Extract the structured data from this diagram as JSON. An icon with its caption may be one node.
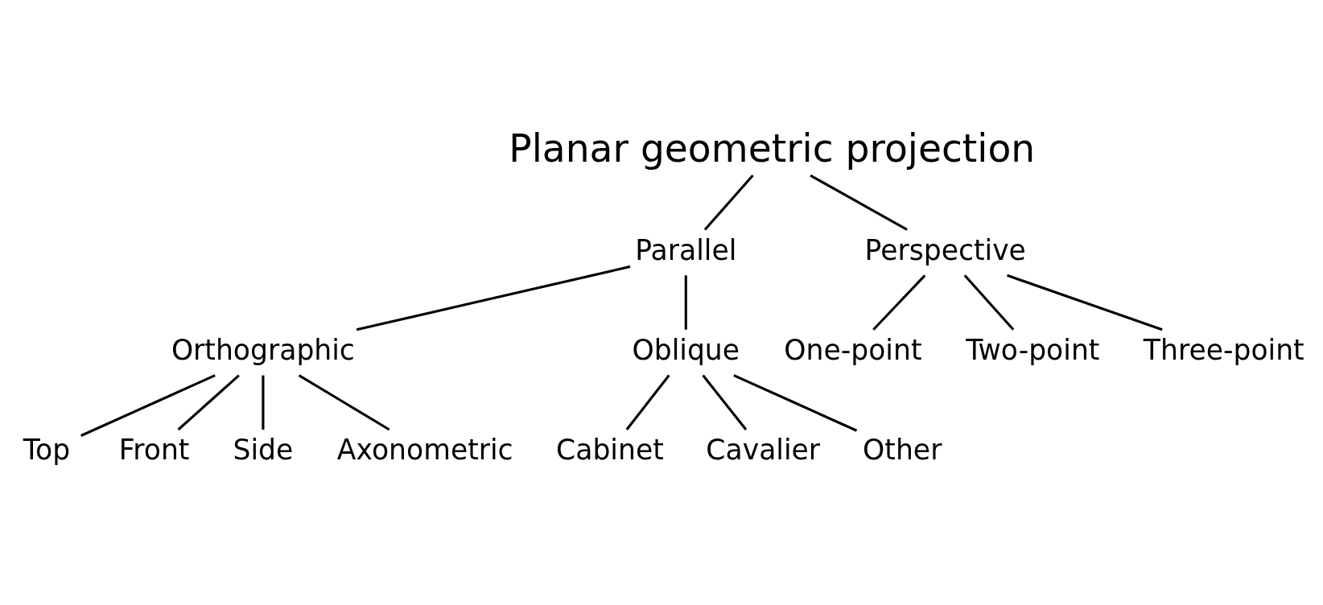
{
  "diagram": {
    "nodes": [
      {
        "text": [
          "Planar geometric projection"
        ]
      },
      {
        "text": [
          "Parallel"
        ]
      },
      {
        "text": [
          "Perspective"
        ]
      },
      {
        "text": [
          "Orthographic"
        ]
      },
      {
        "text": [
          "Oblique"
        ]
      },
      {
        "text": [
          "One-point"
        ]
      },
      {
        "text": [
          "Two-point"
        ]
      },
      {
        "text": [
          "Three-point"
        ]
      },
      {
        "text": [
          "Top"
        ]
      },
      {
        "text": [
          "Front"
        ]
      },
      {
        "text": [
          "Side"
        ]
      },
      {
        "text": [
          "Axonometric"
        ]
      },
      {
        "text": [
          "Cabinet"
        ]
      },
      {
        "text": [
          "Cavalier"
        ]
      },
      {
        "text": [
          "Other"
        ]
      }
    ],
    "edges": [
      {
        "from": 0,
        "to": 1,
        "arrow": "none"
      },
      {
        "from": 0,
        "to": 2,
        "arrow": "none"
      },
      {
        "from": 1,
        "to": 3,
        "arrow": "none"
      },
      {
        "from": 1,
        "to": 4,
        "arrow": "none"
      },
      {
        "from": 2,
        "to": 5,
        "arrow": "none"
      },
      {
        "from": 2,
        "to": 6,
        "arrow": "none"
      },
      {
        "from": 2,
        "to": 7,
        "arrow": "none"
      },
      {
        "from": 3,
        "to": 8,
        "arrow": "none"
      },
      {
        "from": 3,
        "to": 9,
        "arrow": "none"
      },
      {
        "from": 3,
        "to": 10,
        "arrow": "none"
      },
      {
        "from": 3,
        "to": 11,
        "arrow": "none"
      },
      {
        "from": 4,
        "to": 12,
        "arrow": "none"
      },
      {
        "from": 4,
        "to": 13,
        "arrow": "none"
      },
      {
        "from": 4,
        "to": 14,
        "arrow": "none"
      }
    ]
  }
}
